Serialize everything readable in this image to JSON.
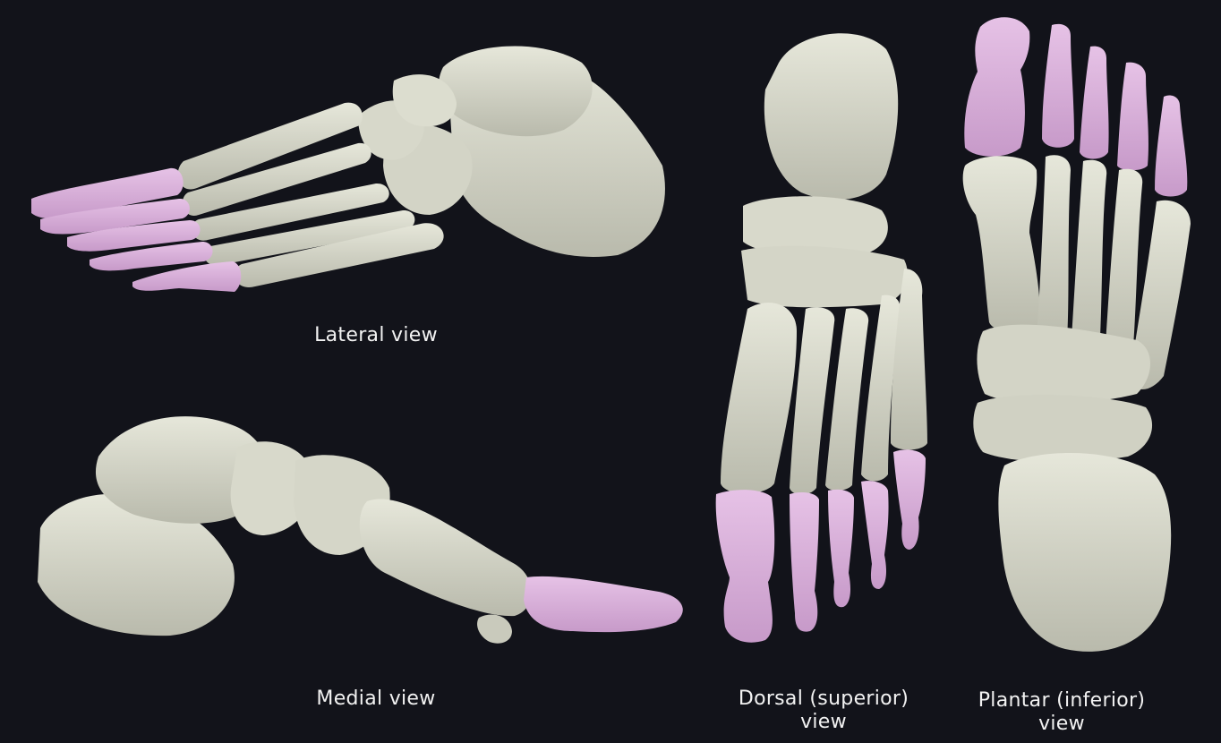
{
  "views": {
    "lateral": {
      "caption": "Lateral view"
    },
    "medial": {
      "caption": "Medial view"
    },
    "dorsal": {
      "caption_line1": "Dorsal (superior)",
      "caption_line2": "view"
    },
    "plantar": {
      "caption_line1": "Plantar (inferior)",
      "caption_line2": "view"
    }
  },
  "colors": {
    "background": "#12131a",
    "bone": "#d9dacb",
    "phalanges_highlight": "#dcb2dc"
  }
}
